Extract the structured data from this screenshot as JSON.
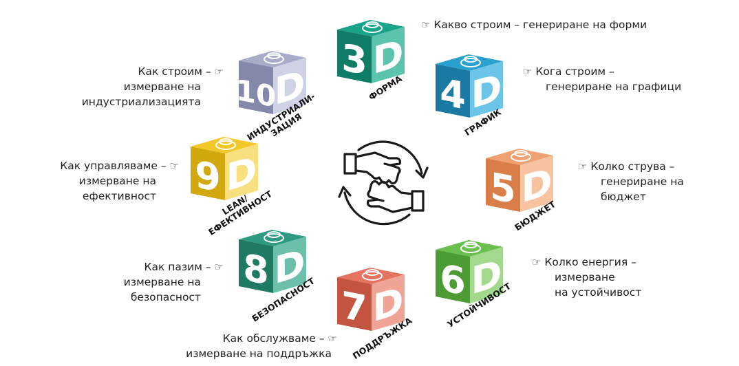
{
  "cubes": [
    {
      "id": "3d",
      "number": "3",
      "letter": "D",
      "label": "ФОРМА",
      "color": "#19a388",
      "dark": "#0f7c66",
      "light": "#5cc3ad",
      "desc": [
        "Какво строим – генериране на форми"
      ]
    },
    {
      "id": "4d",
      "number": "4",
      "letter": "D",
      "label": "ГРАФИК",
      "color": "#2aa0cf",
      "dark": "#1b7aa3",
      "light": "#6cc4e8",
      "desc": [
        "Кога строим –",
        "генериране на графици"
      ]
    },
    {
      "id": "5d",
      "number": "5",
      "letter": "D",
      "label": "БЮДЖЕТ",
      "color": "#f0a172",
      "dark": "#d97e48",
      "light": "#f7c3a1",
      "desc": [
        "Колко струва –",
        "генериране на",
        "бюджет"
      ]
    },
    {
      "id": "6d",
      "number": "6",
      "letter": "D",
      "label": "УСТОЙЧИВОСТ",
      "color": "#6bbf4f",
      "dark": "#4c9b33",
      "light": "#a2d98d",
      "desc": [
        "Колко енергия –",
        "измерване",
        "на устойчивост"
      ]
    },
    {
      "id": "7d",
      "number": "7",
      "letter": "D",
      "label": "ПОДДРЪЖКА",
      "color": "#e4735f",
      "dark": "#c3543f",
      "light": "#f0a496",
      "desc": [
        "Как обслужваме –",
        "измерване на поддръжка"
      ]
    },
    {
      "id": "8d",
      "number": "8",
      "letter": "D",
      "label": "БЕЗОПАСНОСТ",
      "color": "#2f9a82",
      "dark": "#1f7a64",
      "light": "#6cbfab",
      "desc": [
        "Как пазим –",
        "измерване на",
        "безопасност"
      ]
    },
    {
      "id": "9d",
      "number": "9",
      "letter": "D",
      "label": "LEAN/\nЕФЕКТИВНОСТ",
      "color": "#f2c72a",
      "dark": "#d2a80f",
      "light": "#f8e07f",
      "desc": [
        "Как управляваме –",
        "измерване на",
        "ефективност"
      ]
    },
    {
      "id": "10d",
      "number": "10",
      "letter": "D",
      "label": "ИНДУСТРИАЛИ-\nЗАЦИЯ",
      "color": "#a7acc9",
      "dark": "#8489ac",
      "light": "#cfd2e4",
      "desc": [
        "Как строим –",
        "измерване на",
        "индустриализацията"
      ]
    }
  ],
  "hand_symbol": "☞",
  "center_icon": "handshake-cycle-icon"
}
